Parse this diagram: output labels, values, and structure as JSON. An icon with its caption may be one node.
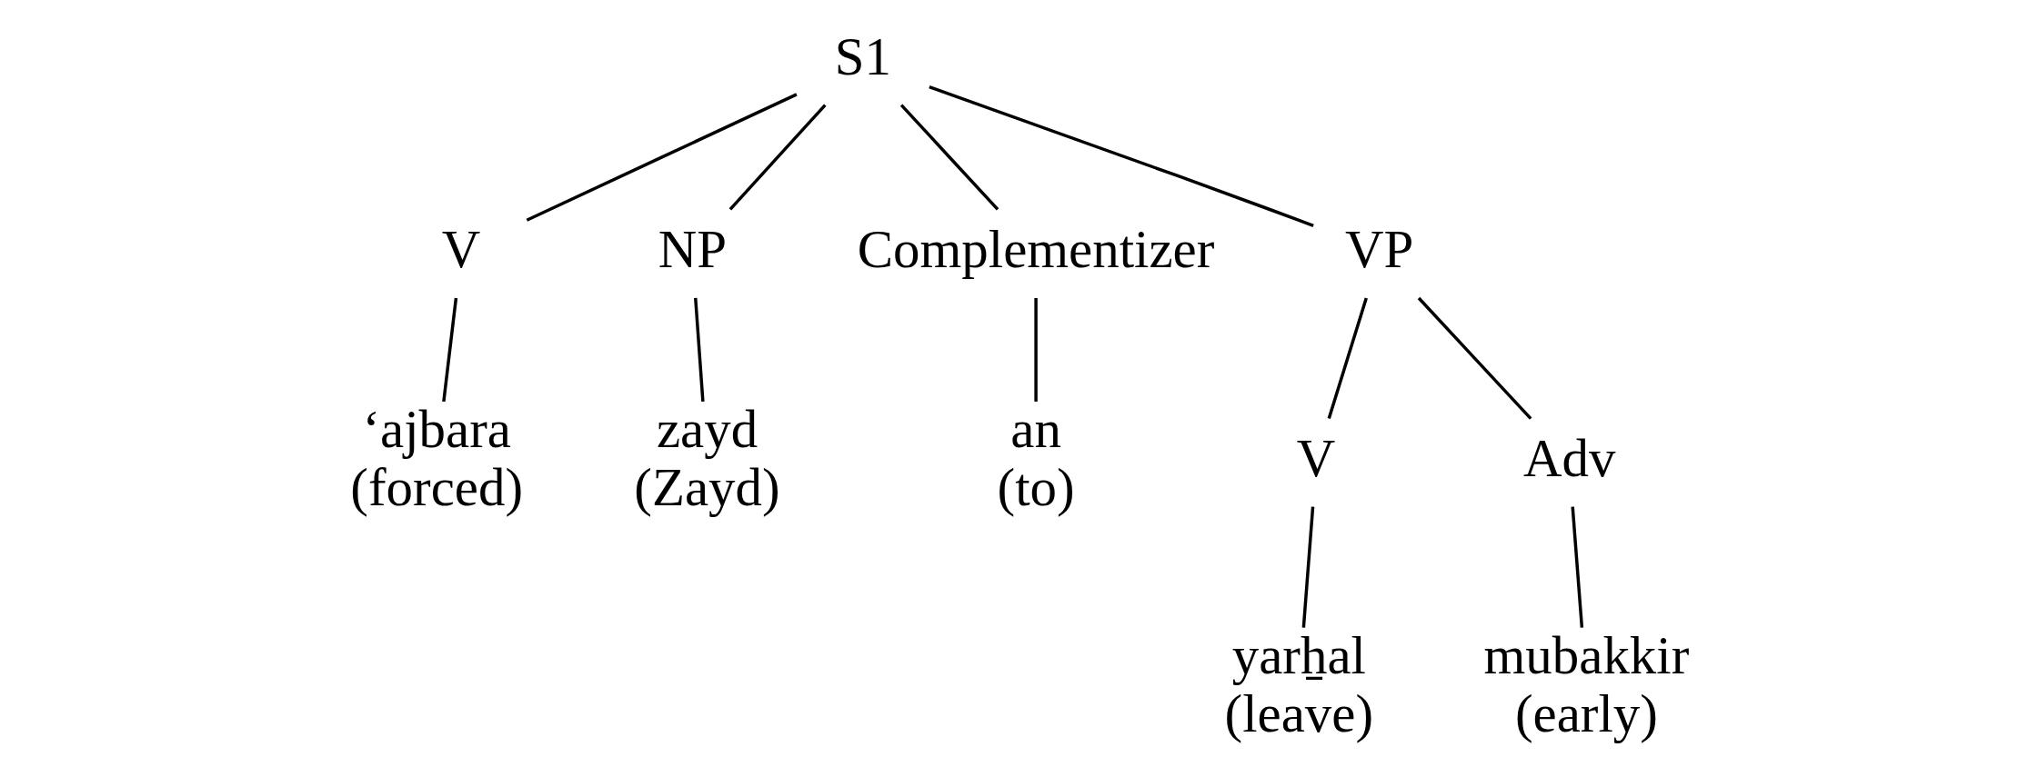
{
  "diagram": {
    "nodes": [
      {
        "text": [
          "S1"
        ]
      },
      {
        "text": [
          "V"
        ]
      },
      {
        "text": [
          "NP"
        ]
      },
      {
        "text": [
          "Complementizer"
        ]
      },
      {
        "text": [
          "VP"
        ]
      },
      {
        "text": [
          "‘ajbara",
          "(forced)"
        ]
      },
      {
        "text": [
          "zayd",
          "(Zayd)"
        ]
      },
      {
        "text": [
          "an",
          "(to)"
        ]
      },
      {
        "text": [
          "V"
        ]
      },
      {
        "text": [
          "Adv"
        ]
      },
      {
        "text": [
          "yarẖal",
          "(leave)"
        ]
      },
      {
        "text": [
          "mubakkir",
          "(early)"
        ]
      }
    ],
    "edges": [
      {
        "from": 0,
        "to": 1,
        "arrow": "none"
      },
      {
        "from": 0,
        "to": 2,
        "arrow": "none"
      },
      {
        "from": 0,
        "to": 3,
        "arrow": "none"
      },
      {
        "from": 0,
        "to": 4,
        "arrow": "none"
      },
      {
        "from": 1,
        "to": 5,
        "arrow": "none"
      },
      {
        "from": 2,
        "to": 6,
        "arrow": "none"
      },
      {
        "from": 3,
        "to": 7,
        "arrow": "none"
      },
      {
        "from": 4,
        "to": 8,
        "arrow": "none"
      },
      {
        "from": 4,
        "to": 9,
        "arrow": "none"
      },
      {
        "from": 8,
        "to": 10,
        "arrow": "none"
      },
      {
        "from": 9,
        "to": 11,
        "arrow": "none"
      }
    ]
  }
}
